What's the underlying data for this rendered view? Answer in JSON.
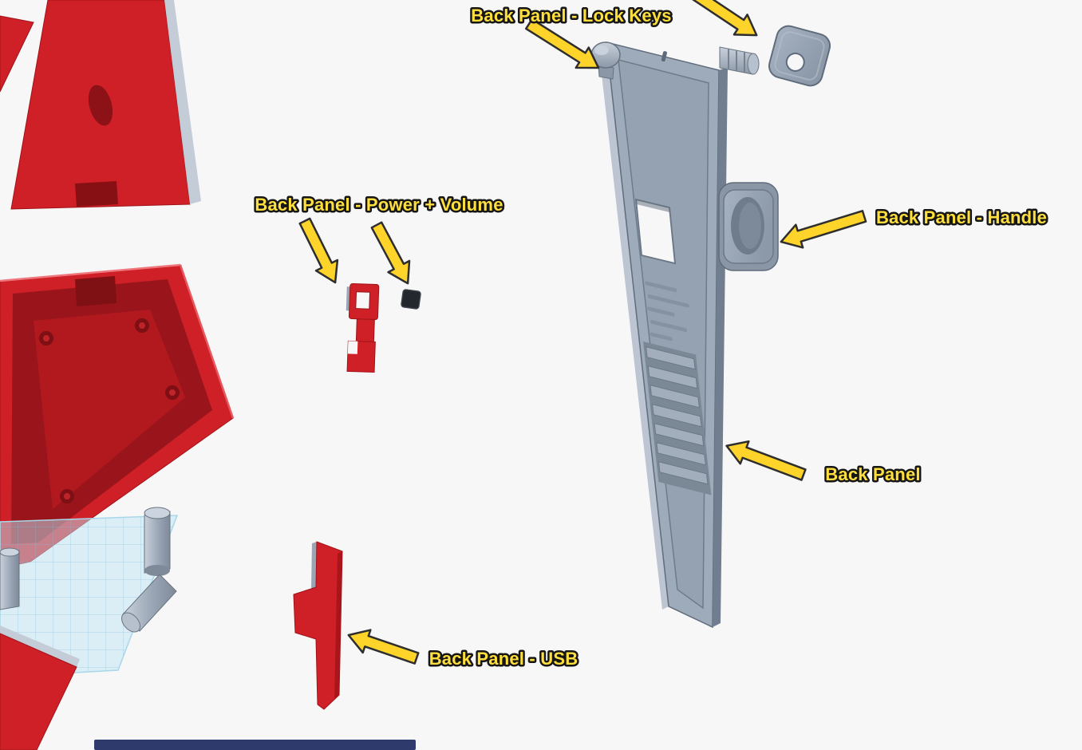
{
  "scene": {
    "type": "3d-cad-exploded-view",
    "labels": {
      "lock_keys": "Back Panel - Lock Keys",
      "power_volume": "Back Panel - Power + Volume",
      "handle": "Back Panel - Handle",
      "back_panel": "Back Panel",
      "usb": "Back Panel - USB"
    }
  },
  "colors": {
    "bg": "#f7f7f8",
    "label-yellow": "#ffdf3d",
    "label-outline": "#161616",
    "arrow-yellow": "#ffd42a",
    "arrow-outline": "#2e2e2e",
    "part-red": "#cf1f27",
    "part-red-dark": "#9a151b",
    "part-red-deep": "#7f1014",
    "part-red-light": "#ef767b",
    "part-gray": "#97a3b3",
    "part-gray-dark": "#707d8d",
    "part-gray-light": "#c3ccd7",
    "part-gray-edge": "#5f6c7c",
    "keycap-black": "#23272e",
    "workplane-blue": "#bfe3f2",
    "bottom-bar-navy": "#2d3a6b"
  }
}
